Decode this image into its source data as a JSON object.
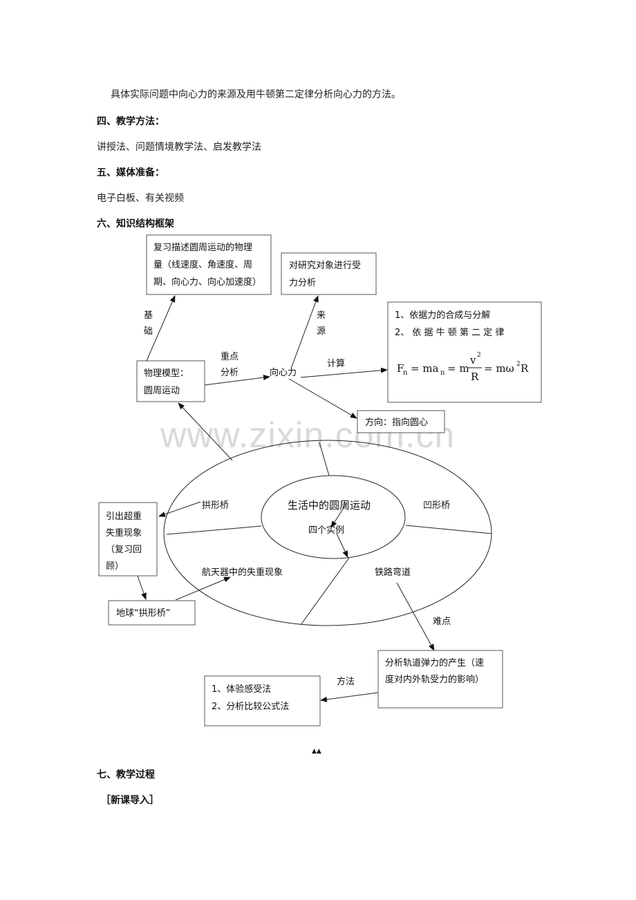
{
  "document": {
    "intro_line": "具体实际问题中向心力的来源及用牛顿第二定律分析向心力的方法。",
    "section4": {
      "heading": "四、教学方法：",
      "body": "讲授法、问题情境教学法、启发教学法"
    },
    "section5": {
      "heading": "五、媒体准备：",
      "body": "电子白板、有关视频"
    },
    "section6": {
      "heading": "六、知识结构框架"
    },
    "section7": {
      "heading": "七、教学过程",
      "sub": "［新课导入］"
    },
    "watermark": "www.zixin.com.cn",
    "footer_mark": "▲▲"
  },
  "diagram": {
    "review_box": {
      "lines": [
        "复习描述圆周运动的物理",
        "量（线速度、角速度、周",
        "期、向心力、向心加速度）"
      ]
    },
    "force_box": {
      "lines": [
        "对研究对象进行受",
        "力分析"
      ]
    },
    "calc_box": {
      "lines": [
        "1、依据力的合成与分解",
        "2、 依 据 牛 顿 第 二 定 律"
      ],
      "formula": {
        "F": "F",
        "n": "n",
        "eq1": "= ma",
        "eq2": "= m",
        "v": "v",
        "sq": "2",
        "R": "R",
        "eq3": "= mω",
        "tail": "R"
      }
    },
    "model_box": {
      "lines": [
        "物理模型：",
        "圆周运动"
      ]
    },
    "direction_box": {
      "label": "方向：指向圆心"
    },
    "labels": {
      "basis": [
        "基",
        "础"
      ],
      "focus": [
        "重点",
        "分析"
      ],
      "centripetal": "向心力",
      "source": [
        "来",
        "源"
      ],
      "calc": "计算",
      "difficulty": "难点",
      "method": "方法"
    },
    "ellipse": {
      "center": "生活中的圆周运动",
      "examples": "四个实例",
      "arch_bridge": "拱形桥",
      "concave_bridge": "凹形桥",
      "spacecraft": "航天器中的失重现象",
      "railway": "铁路弯道"
    },
    "overweight_box": {
      "lines": [
        "引出超重",
        "失重现象",
        "（复习回",
        "顾）"
      ]
    },
    "earth_box": {
      "label": "地球“拱形桥”"
    },
    "track_box": {
      "lines": [
        "分析轨道弹力的产生（速",
        "度对内外轨受力的影响）"
      ]
    },
    "method_box": {
      "lines": [
        "1、体验感受法",
        "2、分析比较公式法"
      ]
    }
  }
}
